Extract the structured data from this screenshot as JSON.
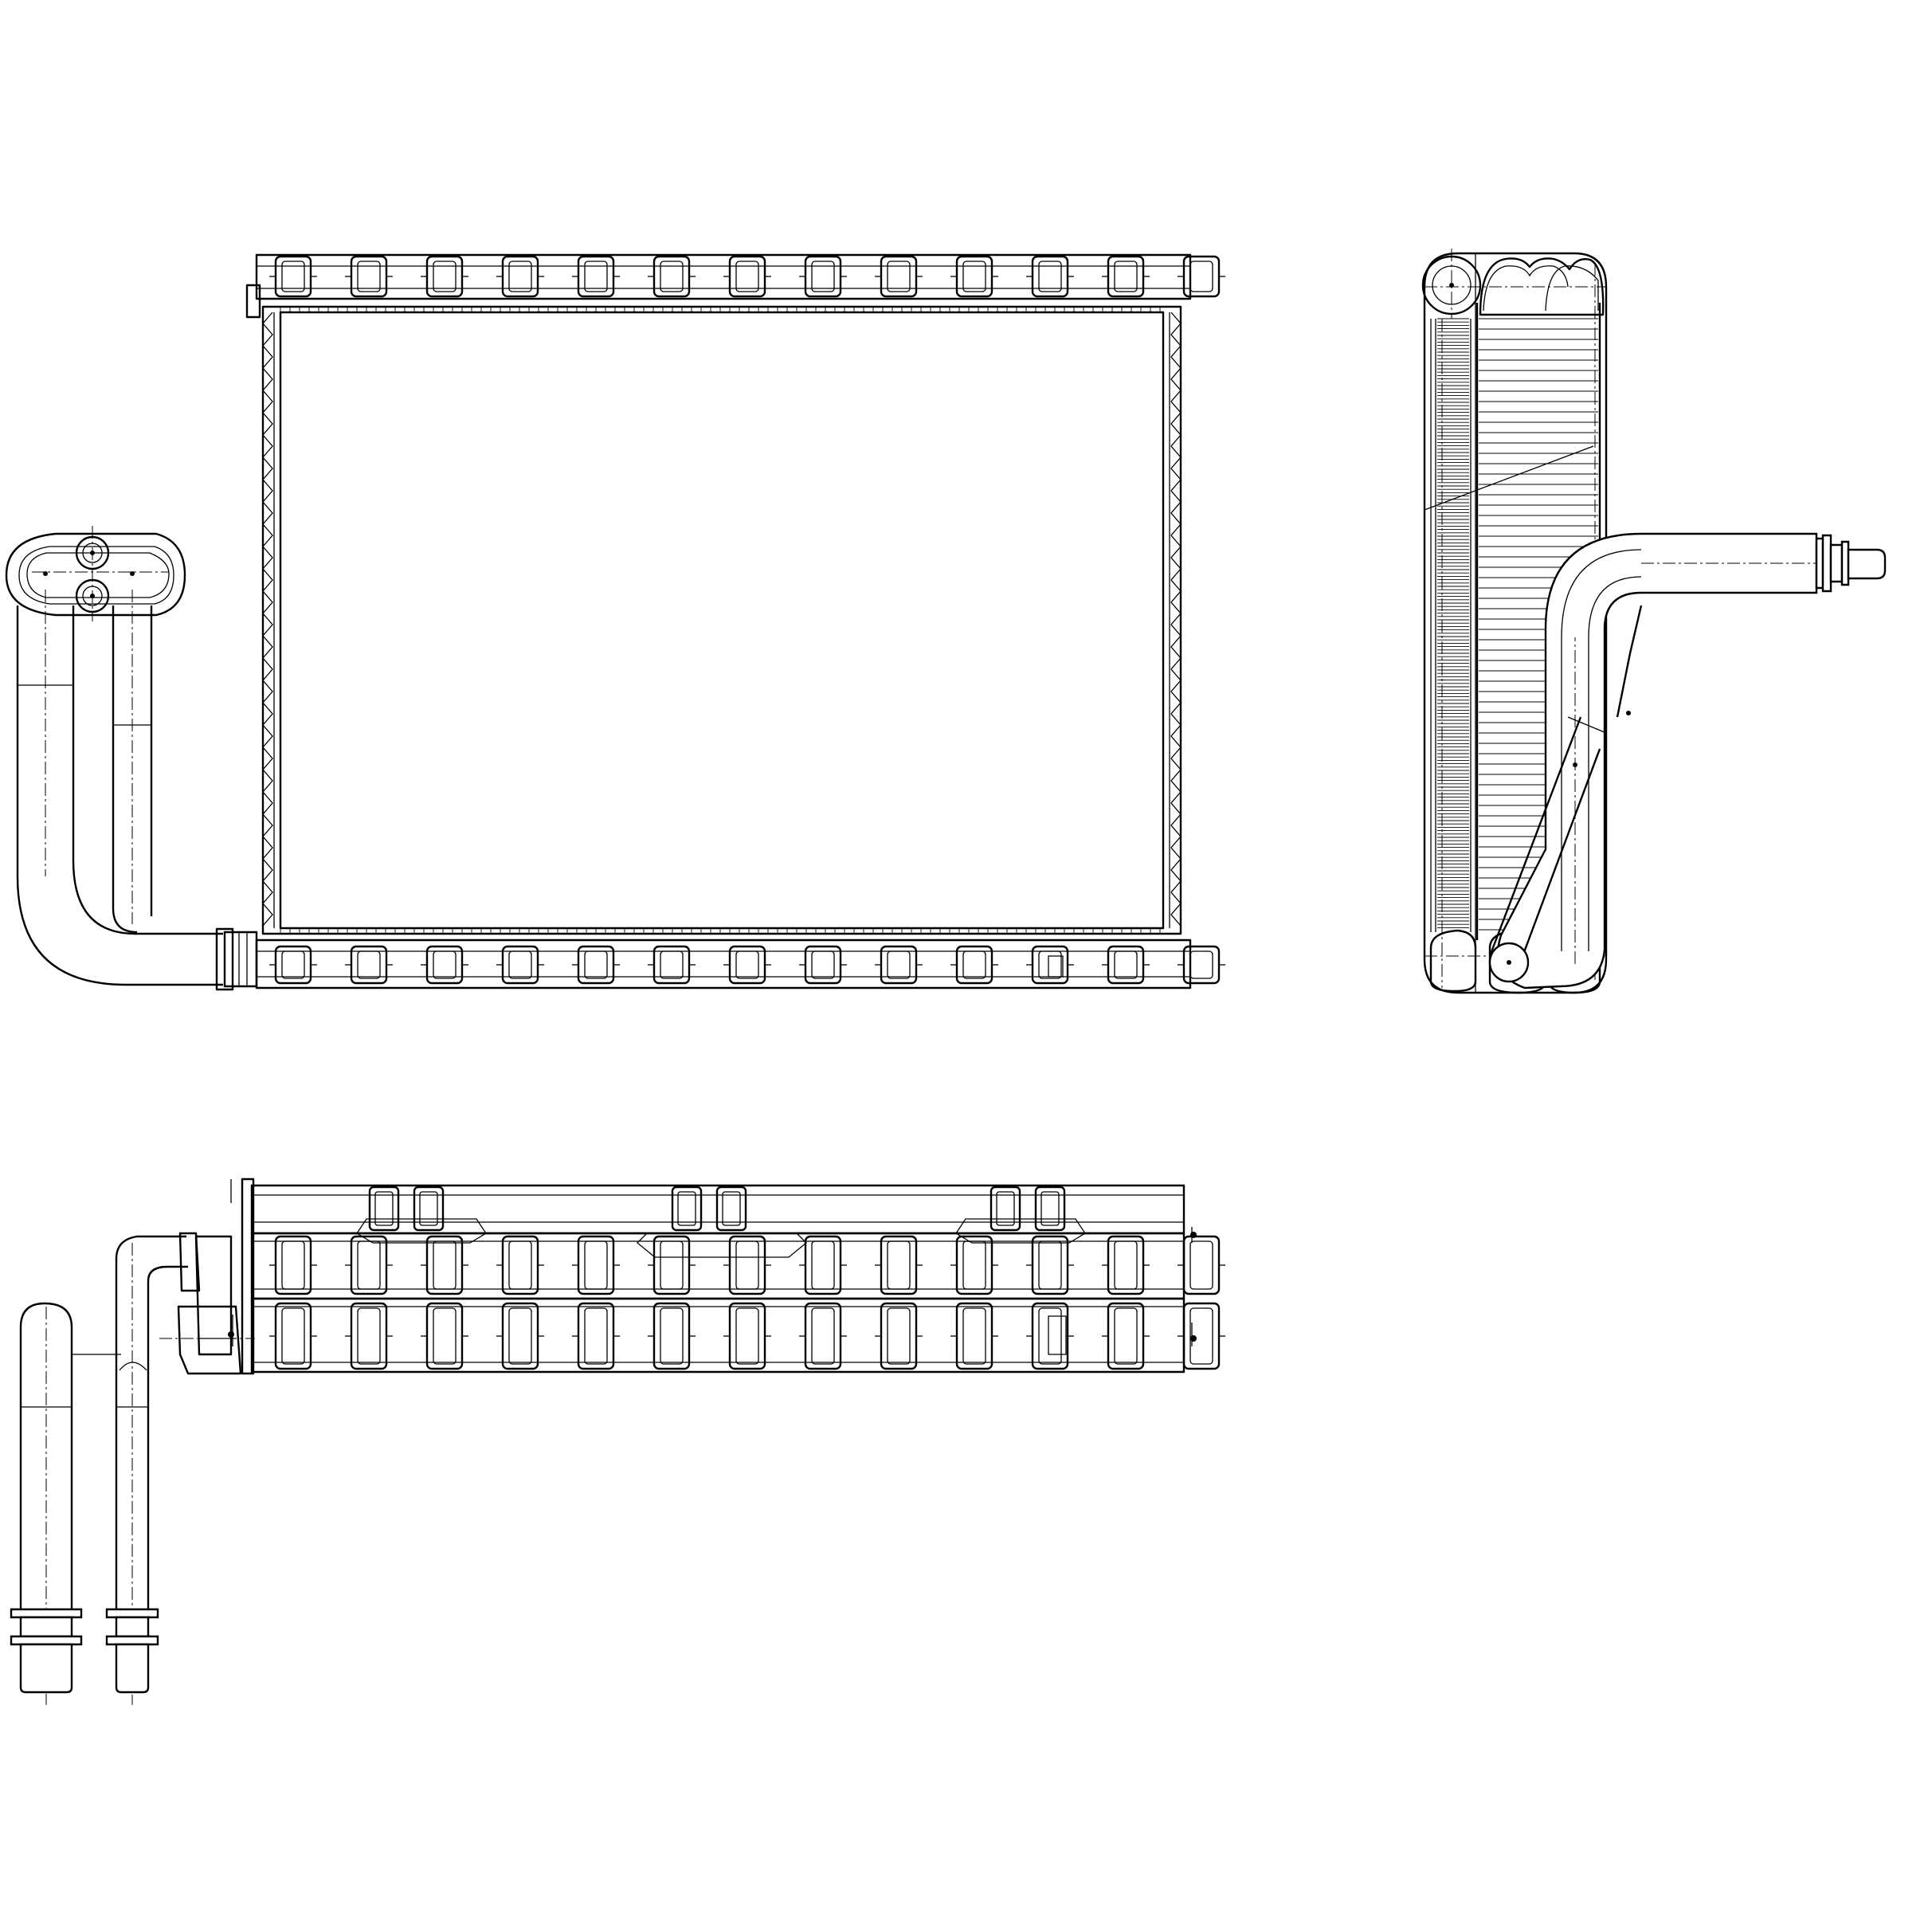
{
  "drawing": {
    "views": [
      {
        "id": "front",
        "label": ""
      },
      {
        "id": "side",
        "label": ""
      },
      {
        "id": "top",
        "label": ""
      }
    ],
    "side_text": ""
  }
}
